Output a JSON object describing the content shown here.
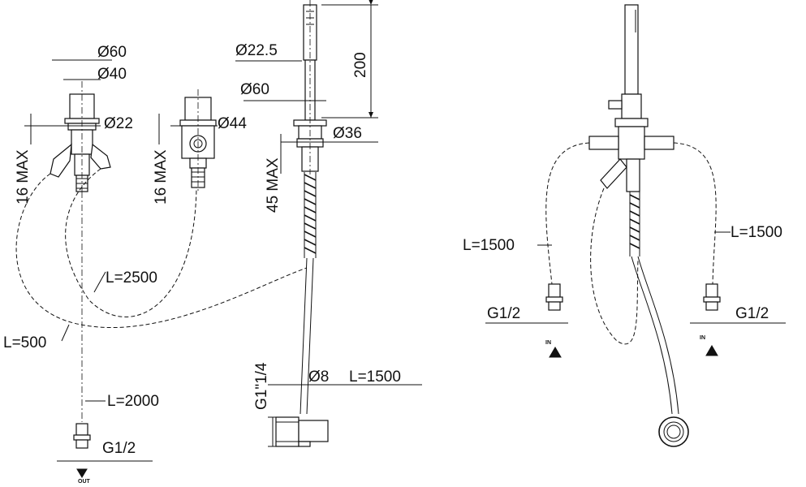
{
  "left_drawing": {
    "dims": {
      "d60_top": "Ø60",
      "d40": "Ø40",
      "d22": "Ø22",
      "d44": "Ø44",
      "d22_5": "Ø22.5",
      "h200": "200",
      "d60_mid": "Ø60",
      "d36": "Ø36",
      "max16_a": "16 MAX",
      "max16_b": "16 MAX",
      "max45": "45 MAX",
      "l2500": "L=2500",
      "l500": "L=500",
      "l2000": "L=2000",
      "g1_2": "G1/2",
      "g1_1_4": "G1\"1/4",
      "d8": "Ø8",
      "l1500": "L=1500",
      "out": "OUT"
    }
  },
  "right_drawing": {
    "dims": {
      "l1500_left": "L=1500",
      "l1500_right": "L=1500",
      "g1_2_left": "G1/2",
      "g1_2_right": "G1/2",
      "in_left": "IN",
      "in_right": "IN"
    }
  }
}
